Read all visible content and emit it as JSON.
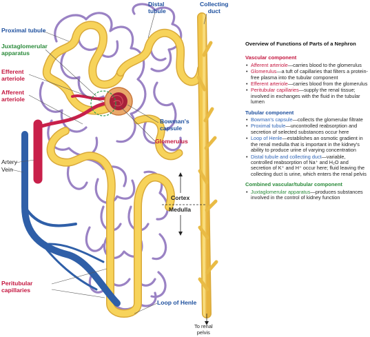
{
  "labels": {
    "distal_tubule": [
      "Distal",
      "tubule"
    ],
    "collecting_duct": [
      "Collecting",
      "duct"
    ],
    "proximal_tubule": "Proximal tubule",
    "juxtaglomerular": [
      "Juxtaglomerular",
      "apparatus"
    ],
    "efferent_arteriole": [
      "Efferent",
      "arteriole"
    ],
    "afferent_arteriole": [
      "Afferent",
      "arteriole"
    ],
    "bowmans_capsule": [
      "Bowman's",
      "capsule"
    ],
    "glomerulus": "Glomerulus",
    "artery": "Artery",
    "vein": "Vein",
    "cortex": "Cortex",
    "medulla": "Medulla",
    "peritubular": [
      "Peritubular",
      "capillaries"
    ],
    "loop_of_henle": "Loop of Henle",
    "to_renal_pelvis": [
      "To renal",
      "pelvis"
    ]
  },
  "panel": {
    "title": "Overview of Functions of Parts of a Nephron",
    "sections": [
      {
        "heading": "Vascular component",
        "heading_color": "#c4163f",
        "items": [
          {
            "term": "Afferent arteriole",
            "color": "#c4163f",
            "rest": "—carries blood to the glomerulus"
          },
          {
            "term": "Glomerulus",
            "color": "#c4163f",
            "rest": "—a tuft of capillaries that filters a protein-free plasma into the tubular component"
          },
          {
            "term": "Efferent arteriole",
            "color": "#c4163f",
            "rest": "—carries blood from the glomerulus"
          },
          {
            "term": "Peritubular capillaries",
            "color": "#c4163f",
            "rest": "—supply the renal tissue; involved in exchanges with the fluid in the tubular lumen"
          }
        ]
      },
      {
        "heading": "Tubular component",
        "heading_color": "#1d4f9e",
        "items": [
          {
            "term": "Bowman's capsule",
            "color": "#2d63b5",
            "rest": "—collects the glomerular filtrate"
          },
          {
            "term": "Proximal tubule",
            "color": "#2d63b5",
            "rest": "—uncontrolled reabsorption and secretion of selected substances occur here"
          },
          {
            "term": "Loop of Henle",
            "color": "#2d63b5",
            "rest": "—establishes an osmotic gradient in the renal medulla that is important in the kidney's ability to produce urine of varying concentration"
          },
          {
            "term": "Distal tubule and collecting duct",
            "color": "#2d63b5",
            "rest": "—variable, controlled reabsorption of Na⁺ and H₂O and secretion of K⁺ and H⁺ occur here; fluid leaving the collecting duct is urine, which enters the renal pelvis"
          }
        ]
      },
      {
        "heading": "Combined vascular/tubular component",
        "heading_color": "#2a8a3a",
        "items": [
          {
            "term": "Juxtaglomerular apparatus",
            "color": "#2a8a3a",
            "rest": "—produces substances involved in the control of kidney function"
          }
        ]
      }
    ]
  },
  "colors": {
    "tubule": "#f7d35a",
    "tubule_outline": "#d9a93a",
    "capillary": "#9a82c4",
    "artery": "#c8204a",
    "vein": "#2f5fa8",
    "bowman": "#e9a86a",
    "glomerulus": "#a8203a"
  }
}
